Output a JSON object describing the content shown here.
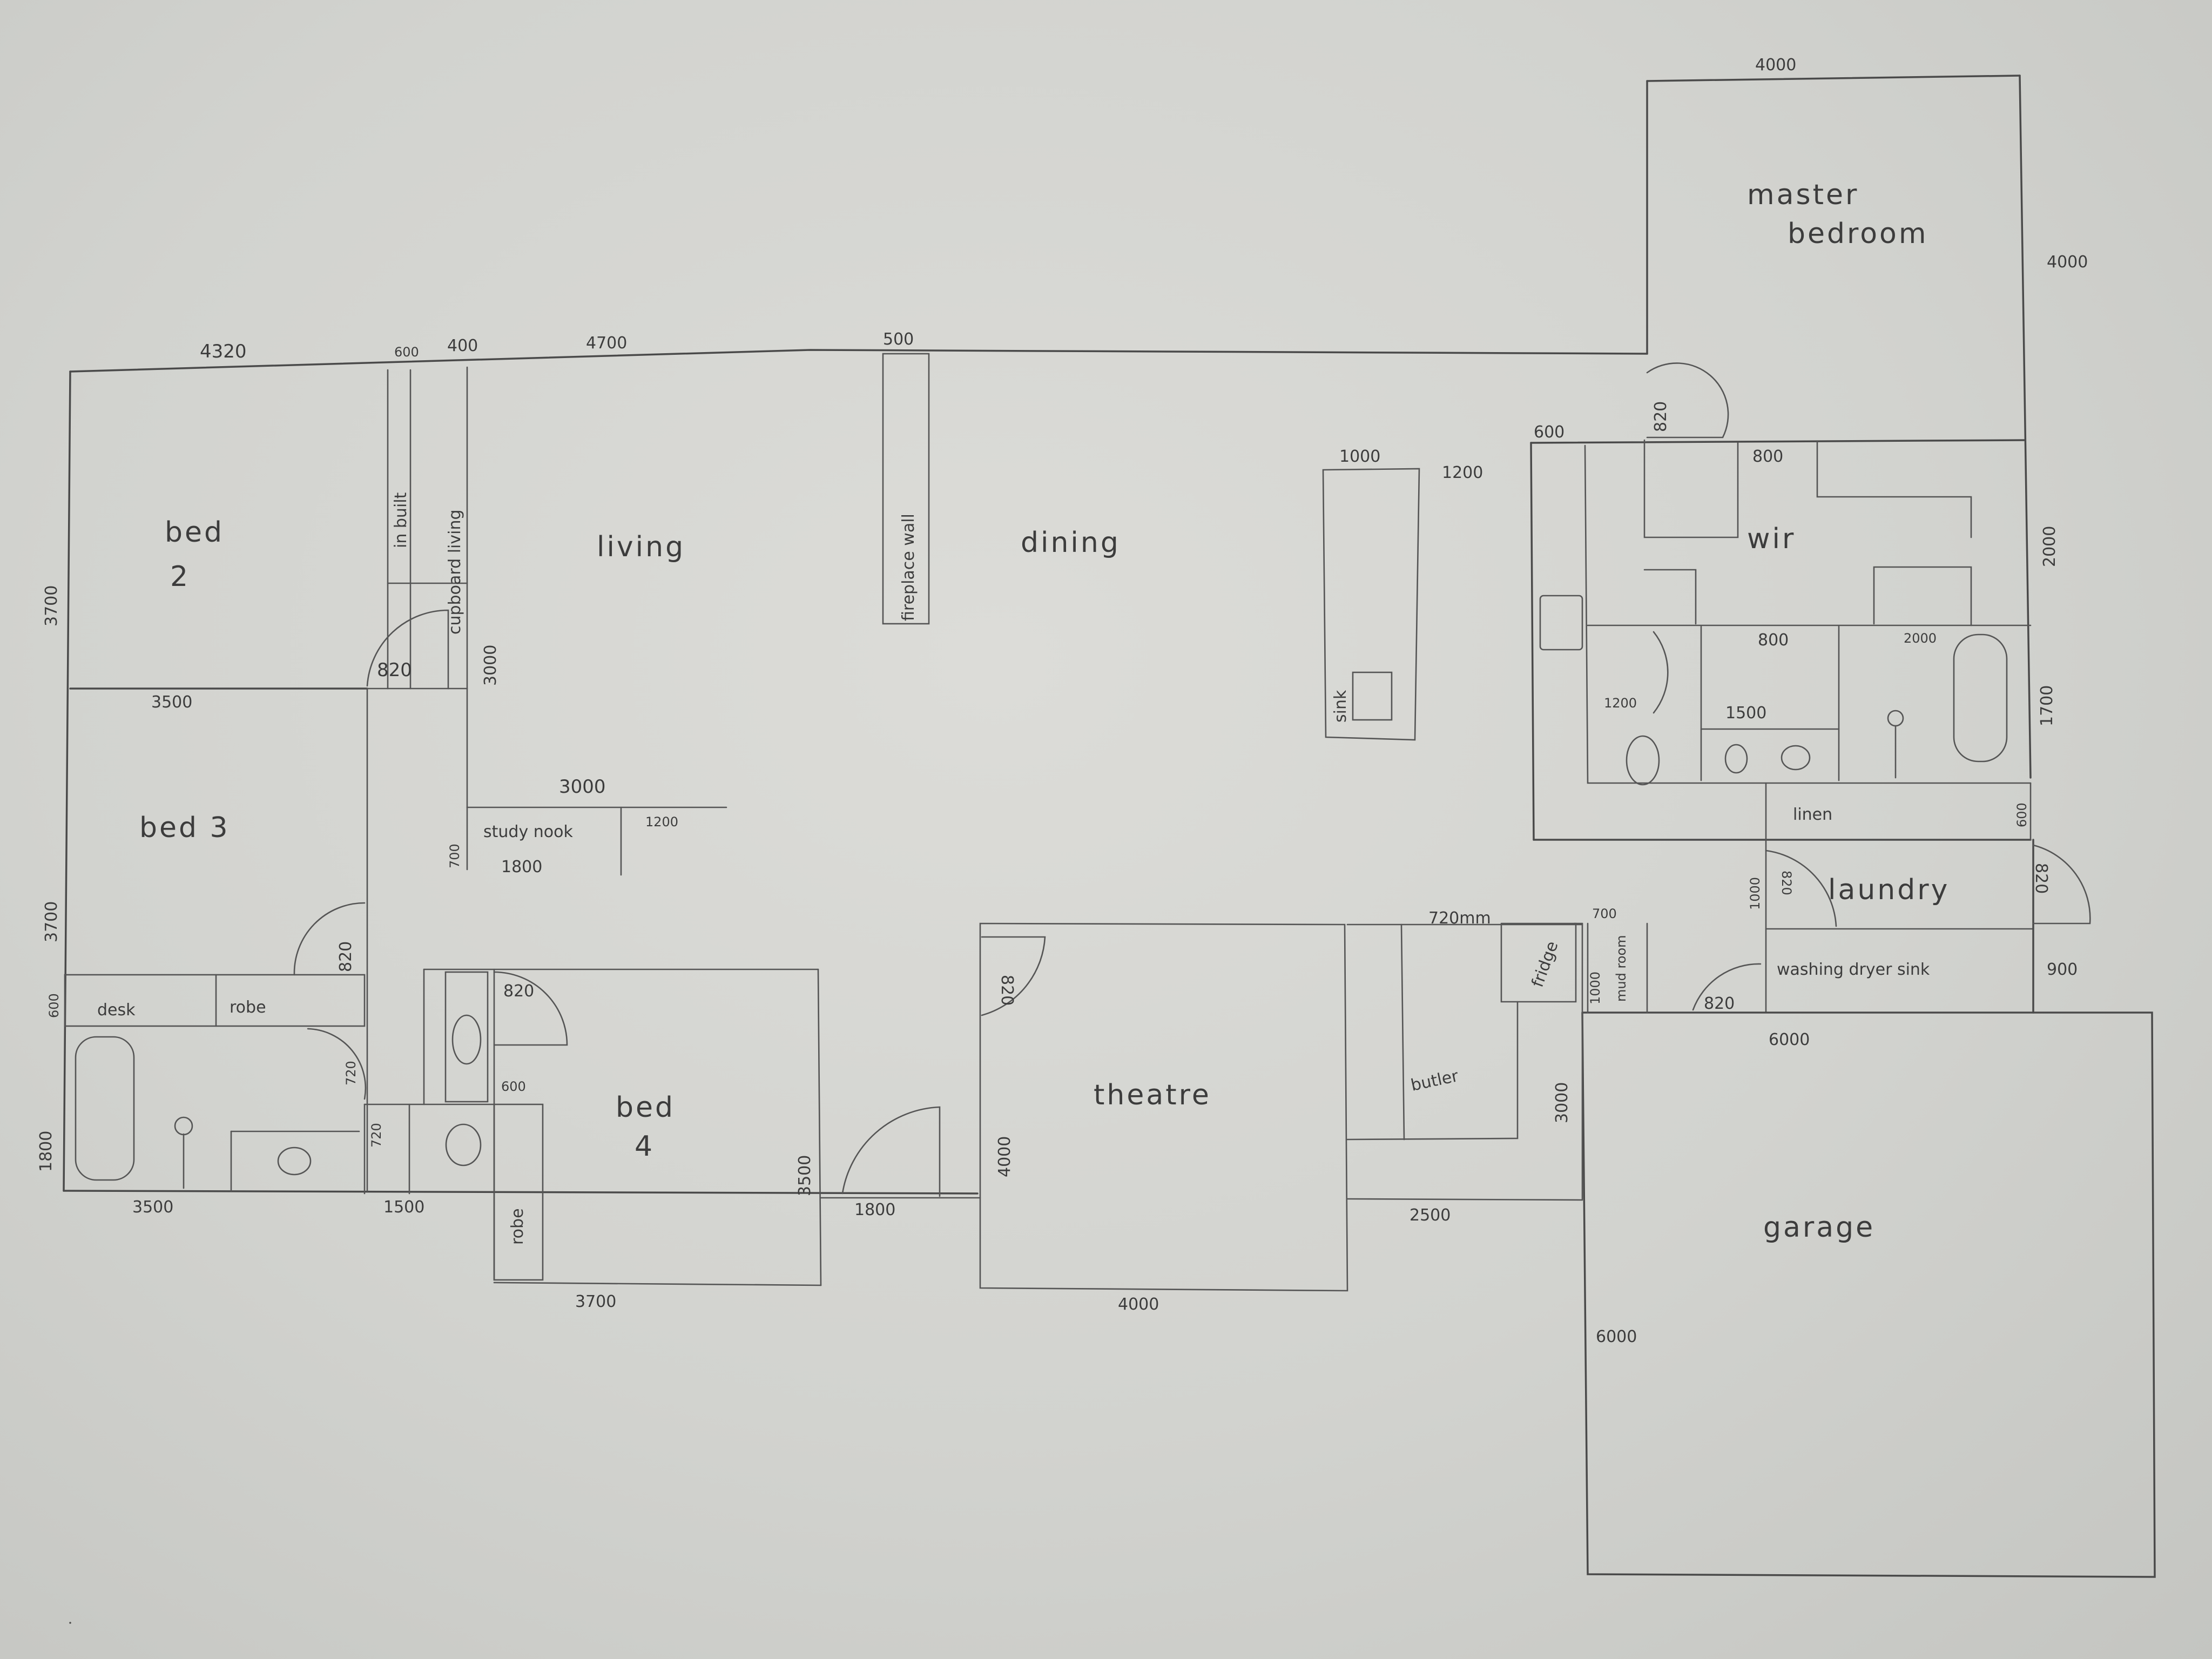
{
  "rooms": {
    "master_bedroom_1": "master",
    "master_bedroom_2": "bedroom",
    "bed2_1": "bed",
    "bed2_2": "2",
    "bed3": "bed 3",
    "bed4_1": "bed",
    "bed4_2": "4",
    "living": "living",
    "dining": "dining",
    "wir": "wir",
    "theatre": "theatre",
    "garage": "garage",
    "laundry": "laundry",
    "linen": "linen",
    "butler": "butler",
    "study_nook": "study nook",
    "desk": "desk",
    "robe_bed3": "robe",
    "robe_bed4": "robe",
    "fireplace_wall": "fireplace wall",
    "cupboard_living": "cupboard living",
    "in_built": "in built",
    "sink": "sink",
    "fridge": "fridge",
    "mud_room": "mud room",
    "washing": "washing dryer sink"
  },
  "dims": {
    "top_4320": "4320",
    "top_600": "600",
    "top_400": "400",
    "top_4700": "4700",
    "top_500": "500",
    "master_4000_top": "4000",
    "master_4000_side": "4000",
    "master_door_820": "820",
    "ens_600": "600",
    "wir_800": "800",
    "wir_2000": "2000",
    "island_1000": "1000",
    "island_1200": "1200",
    "bed2_3700": "3700",
    "bed2_3500": "3500",
    "bed2_door_820": "820",
    "living_3000_v": "3000",
    "study_3000": "3000",
    "study_1200": "1200",
    "study_700": "700",
    "study_1800": "1800",
    "bed3_3700": "3700",
    "bed3_door_820": "820",
    "desk_600": "600",
    "bath_1800": "1800",
    "bath_3500": "3500",
    "bath_720": "720",
    "wc_720": "720",
    "wc_1500": "1500",
    "bed4_820": "820",
    "bed4_600": "600",
    "bed4_3500": "3500",
    "bed4_3700": "3700",
    "hall_1800": "1800",
    "theatre_820": "820",
    "theatre_4000_v": "4000",
    "theatre_4000_h": "4000",
    "butler_720mm": "720mm",
    "butler_3000": "3000",
    "butler_2500": "2500",
    "mud_700": "700",
    "mud_1000": "1000",
    "ens_800": "800",
    "ens_2000": "2000",
    "ens_1700": "1700",
    "ens_1200": "1200",
    "ens_1500": "1500",
    "linen_600": "600",
    "laundry_1000": "1000",
    "laundry_820a": "820",
    "laundry_820b": "820",
    "laundry_900": "900",
    "garage_820": "820",
    "garage_6000_h": "6000",
    "garage_6000_v": "6000"
  }
}
